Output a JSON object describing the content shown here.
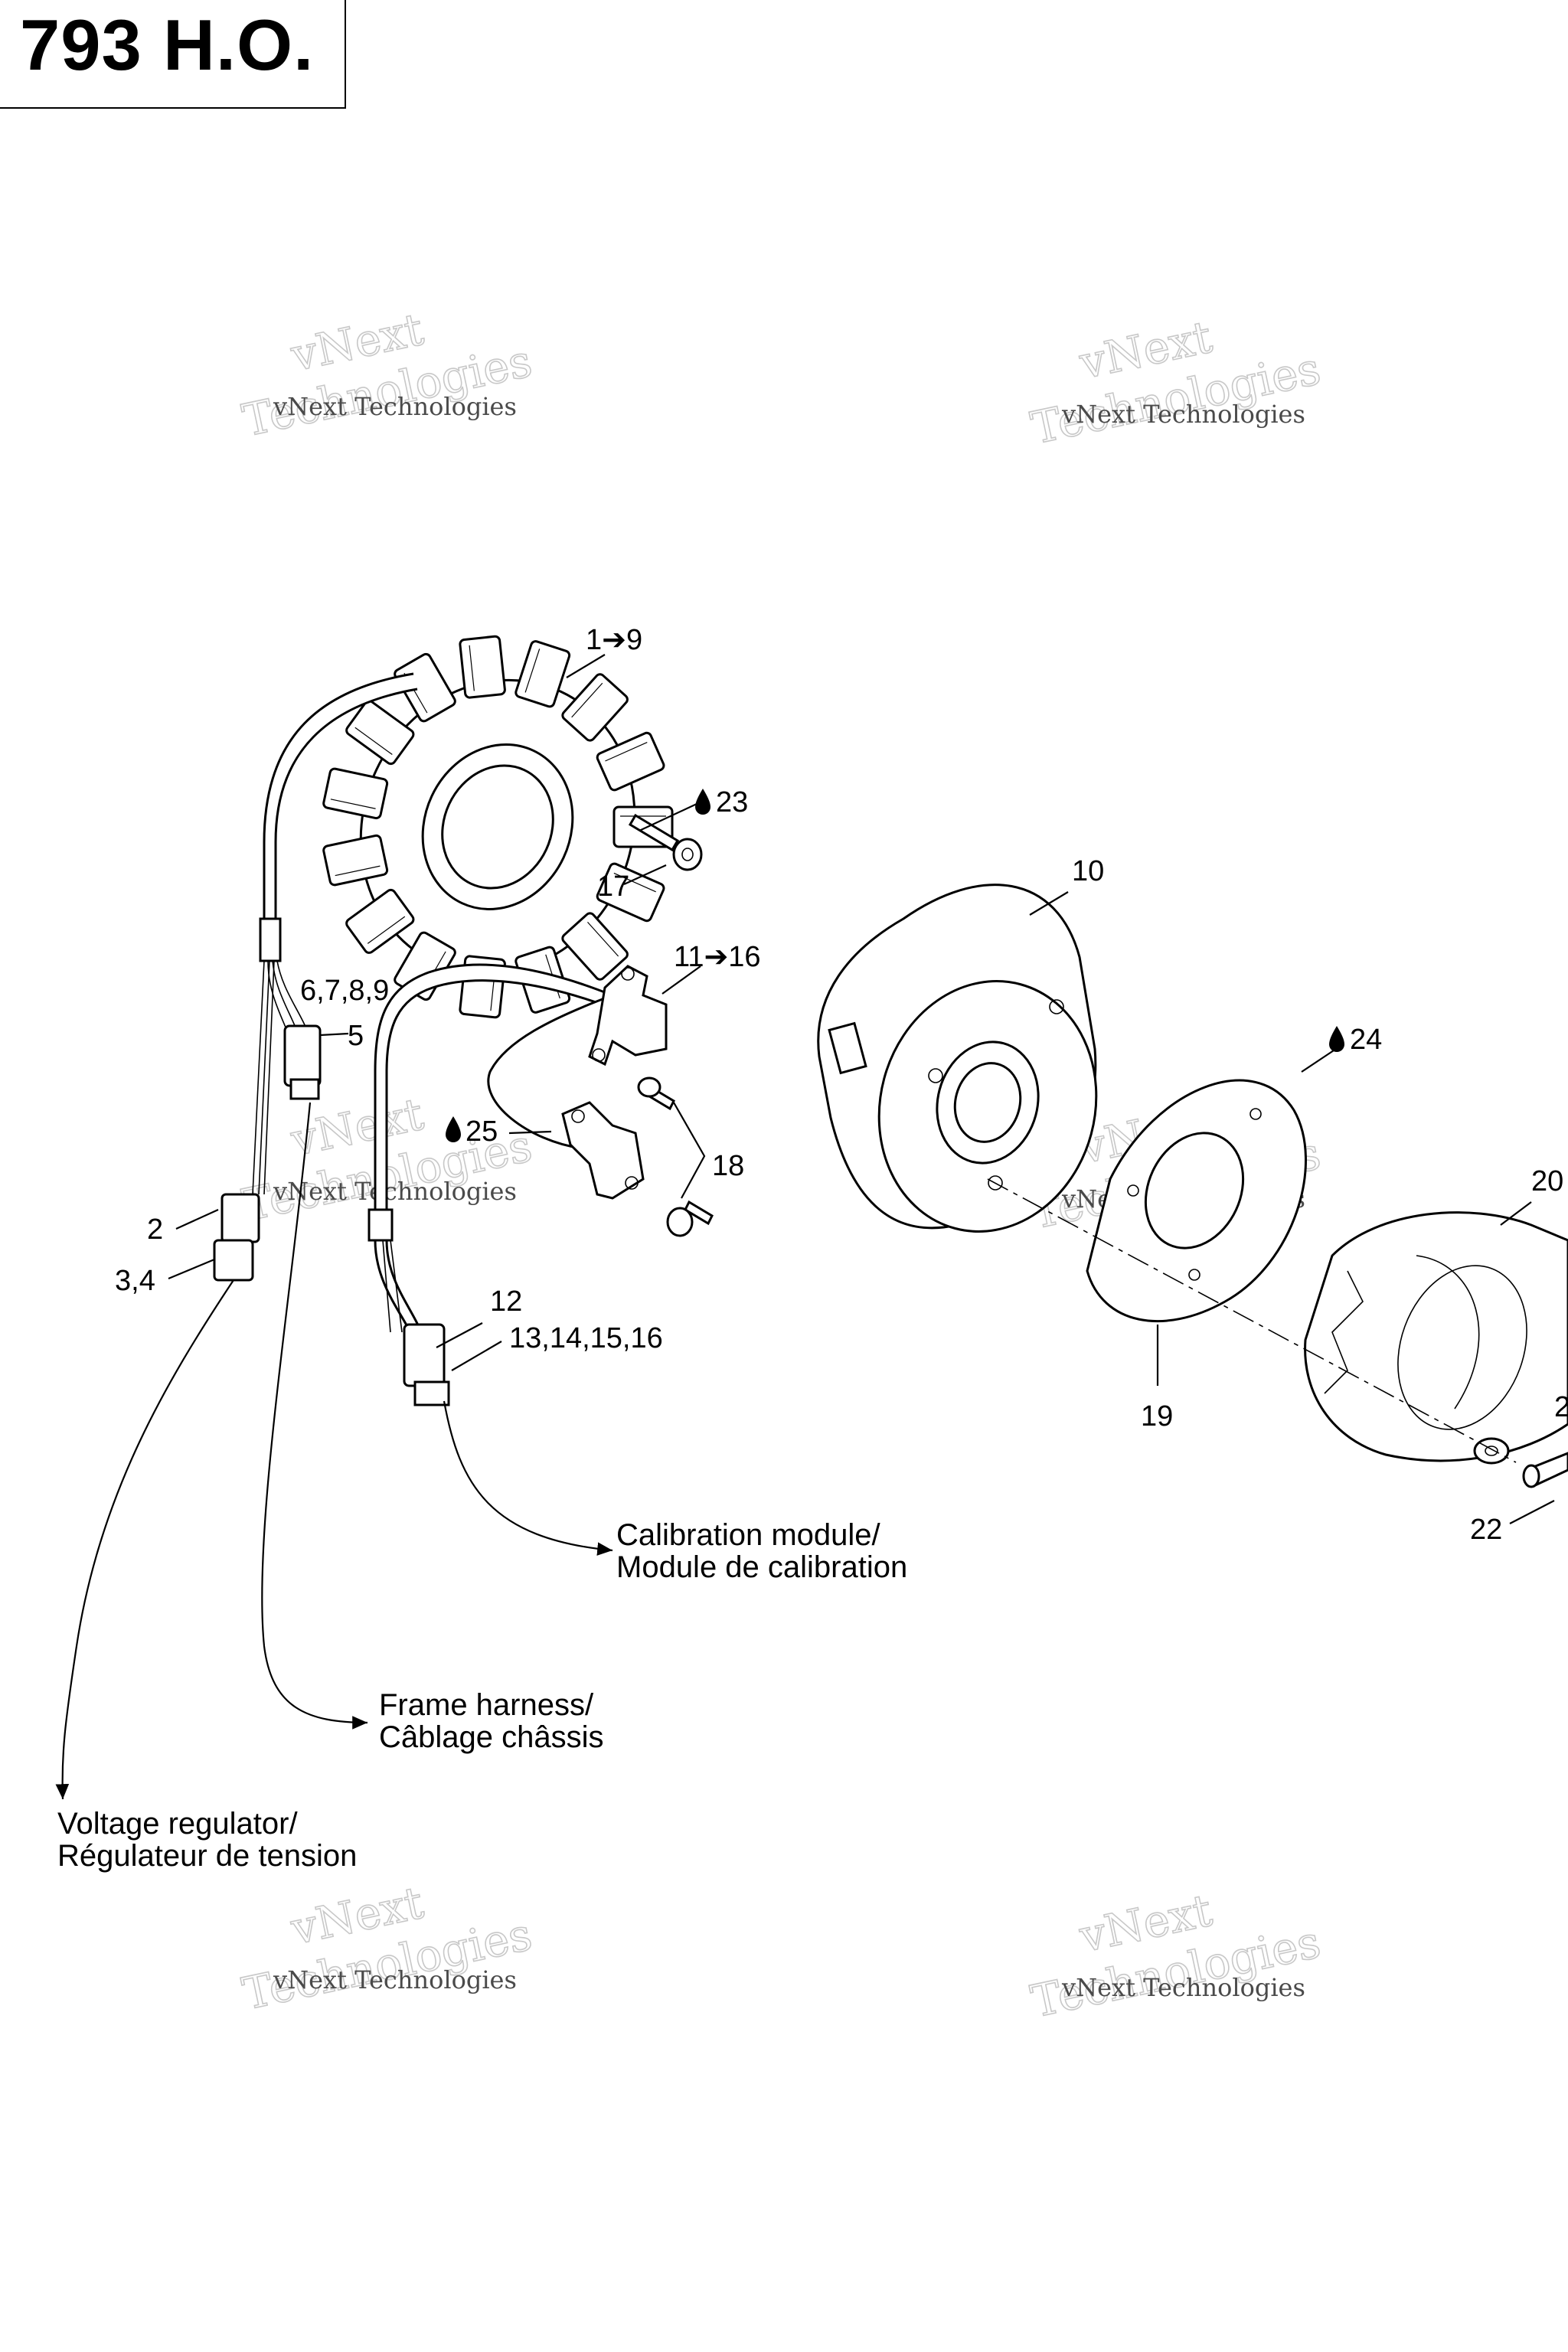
{
  "title": "793 H.O.",
  "watermark": {
    "line1": "vNext Technologies",
    "big1": "vNext",
    "big2": "Technologies"
  },
  "callouts": {
    "c1_9": "1➔9",
    "c23": "23",
    "c17": "17",
    "c10": "10",
    "c11_16": "11➔16",
    "c6_9": "6,7,8,9",
    "c5": "5",
    "c24": "24",
    "c25": "25",
    "c18": "18",
    "c2": "2",
    "c3_4": "3,4",
    "c12": "12",
    "c13_16": "13,14,15,16",
    "c19": "19",
    "c20": "20",
    "c21": "2",
    "c22": "22"
  },
  "destinations": {
    "calibration_en": "Calibration module/",
    "calibration_fr": "Module de calibration",
    "frame_en": "Frame harness/",
    "frame_fr": "Câblage châssis",
    "voltage_en": "Voltage regulator/",
    "voltage_fr": "Régulateur de tension"
  },
  "icons": {
    "lubricant": "drop-icon"
  }
}
